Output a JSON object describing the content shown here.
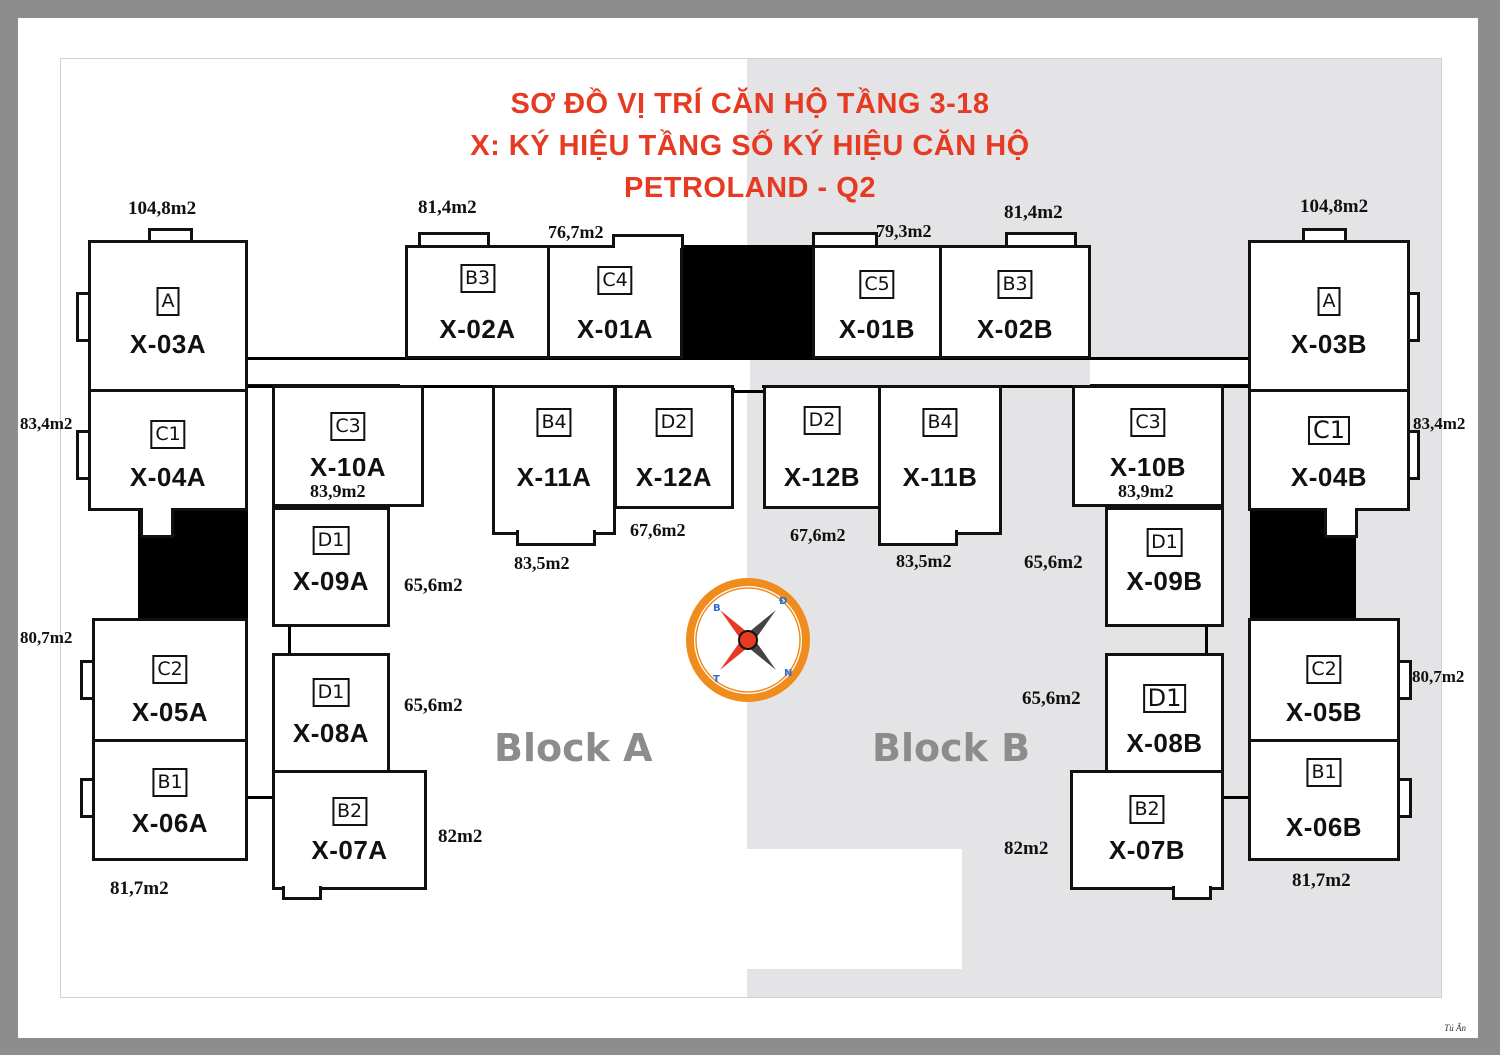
{
  "title": {
    "line1": "SƠ ĐỒ VỊ TRÍ CĂN HỘ TẦNG 3-18",
    "line2": "X: KÝ HIỆU TẦNG SỐ  KÝ HIỆU CĂN HỘ",
    "line3": "PETROLAND - Q2"
  },
  "blocks": {
    "a": "Block A",
    "b": "Block B"
  },
  "units": {
    "x03a": {
      "code": "X-03A",
      "type": "A"
    },
    "x04a": {
      "code": "X-04A",
      "type": "C1"
    },
    "x05a": {
      "code": "X-05A",
      "type": "C2"
    },
    "x06a": {
      "code": "X-06A",
      "type": "B1"
    },
    "x07a": {
      "code": "X-07A",
      "type": "B2"
    },
    "x08a": {
      "code": "X-08A",
      "type": "D1"
    },
    "x09a": {
      "code": "X-09A",
      "type": "D1"
    },
    "x10a": {
      "code": "X-10A",
      "type": "C3"
    },
    "x11a": {
      "code": "X-11A",
      "type": "B4"
    },
    "x12a": {
      "code": "X-12A",
      "type": "D2"
    },
    "x02a": {
      "code": "X-02A",
      "type": "B3"
    },
    "x01a": {
      "code": "X-01A",
      "type": "C4"
    },
    "x01b": {
      "code": "X-01B",
      "type": "C5"
    },
    "x02b": {
      "code": "X-02B",
      "type": "B3"
    },
    "x12b": {
      "code": "X-12B",
      "type": "D2"
    },
    "x11b": {
      "code": "X-11B",
      "type": "B4"
    },
    "x10b": {
      "code": "X-10B",
      "type": "C3"
    },
    "x09b": {
      "code": "X-09B",
      "type": "D1"
    },
    "x08b": {
      "code": "X-08B",
      "type": "D1"
    },
    "x07b": {
      "code": "X-07B",
      "type": "B2"
    },
    "x03b": {
      "code": "X-03B",
      "type": "A"
    },
    "x04b": {
      "code": "X-04B",
      "type": "C1"
    },
    "x05b": {
      "code": "X-05B",
      "type": "C2"
    },
    "x06b": {
      "code": "X-06B",
      "type": "B1"
    }
  },
  "areas": {
    "x03a": "104,8m2",
    "x04a": "83,4m2",
    "x05a": "80,7m2",
    "x06a": "81,7m2",
    "x07a": "82m2",
    "x08a": "65,6m2",
    "x09a": "65,6m2",
    "x10a": "83,9m2",
    "x11a": "83,5m2",
    "x12a": "67,6m2",
    "x02a": "81,4m2",
    "x01a": "76,7m2",
    "x01b": "79,3m2",
    "x02b": "81,4m2",
    "x12b": "67,6m2",
    "x11b": "83,5m2",
    "x10b": "83,9m2",
    "x09b": "65,6m2",
    "x08b": "65,6m2",
    "x07b": "82m2",
    "x03b": "104,8m2",
    "x04b": "83,4m2",
    "x05b": "80,7m2",
    "x06b": "81,7m2"
  },
  "compass": {
    "n": "B",
    "e": "Đ",
    "s": "N",
    "w": "T",
    "ring_color": "#f08c1e",
    "needle_color": "#e63a22"
  },
  "credit": "Tú Ân",
  "colors": {
    "title": "#e63a22",
    "block_label": "#8c8c8c",
    "right_half_bg": "#e4e4e7"
  }
}
